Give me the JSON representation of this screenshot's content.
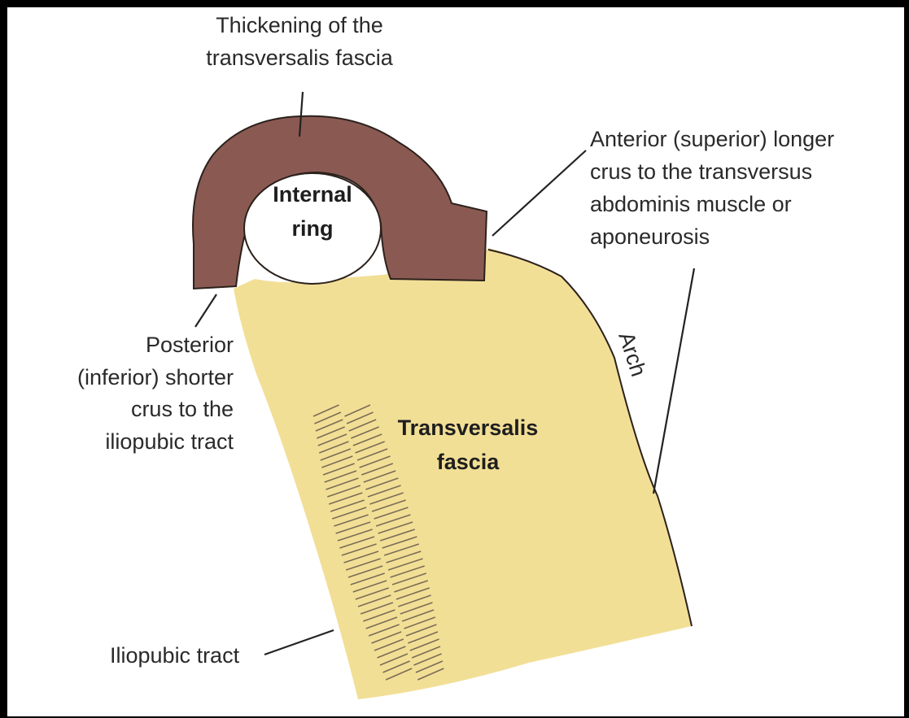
{
  "colors": {
    "fascia": "#f2df96",
    "thickening": "#8a5a52",
    "outline": "#2b211c",
    "hatch": "#7a6d55"
  },
  "labels": {
    "thickening": [
      "Thickening of the",
      "transversalis fascia"
    ],
    "internal_ring": [
      "Internal",
      "ring"
    ],
    "anterior_crus": [
      "Anterior (superior) longer",
      "crus to the transversus",
      "abdominis muscle or",
      "aponeurosis"
    ],
    "posterior_crus": [
      "Posterior",
      "(inferior) shorter",
      "crus to the",
      "iliopubic tract"
    ],
    "arch": "Arch",
    "transversalis_fascia": [
      "Transversalis",
      "fascia"
    ],
    "iliopubic_tract": "Iliopubic tract"
  }
}
